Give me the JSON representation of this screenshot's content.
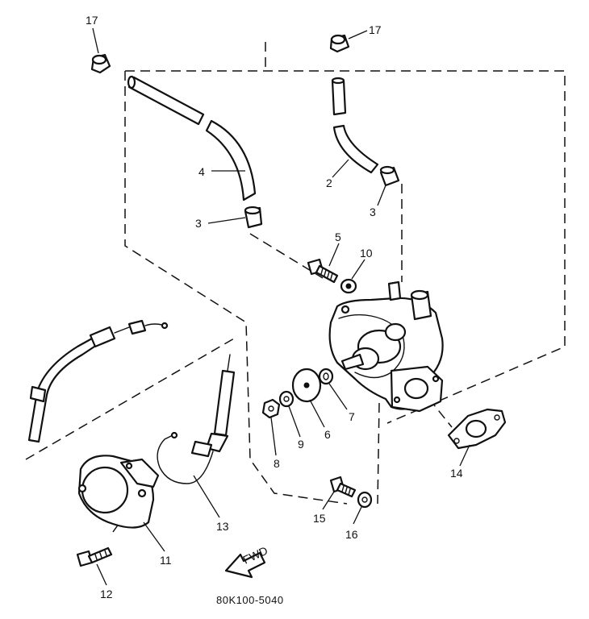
{
  "diagram": {
    "drawing_code": "80K100-5040",
    "arrow_label": "FWD",
    "callouts": {
      "17a": "17",
      "17b": "17",
      "4": "4",
      "2": "2",
      "3a": "3",
      "3b": "3",
      "5": "5",
      "10": "10",
      "7": "7",
      "6": "6",
      "9": "9",
      "8": "8",
      "14": "14",
      "13": "13",
      "11": "11",
      "12": "12",
      "15": "15",
      "16": "16"
    }
  }
}
